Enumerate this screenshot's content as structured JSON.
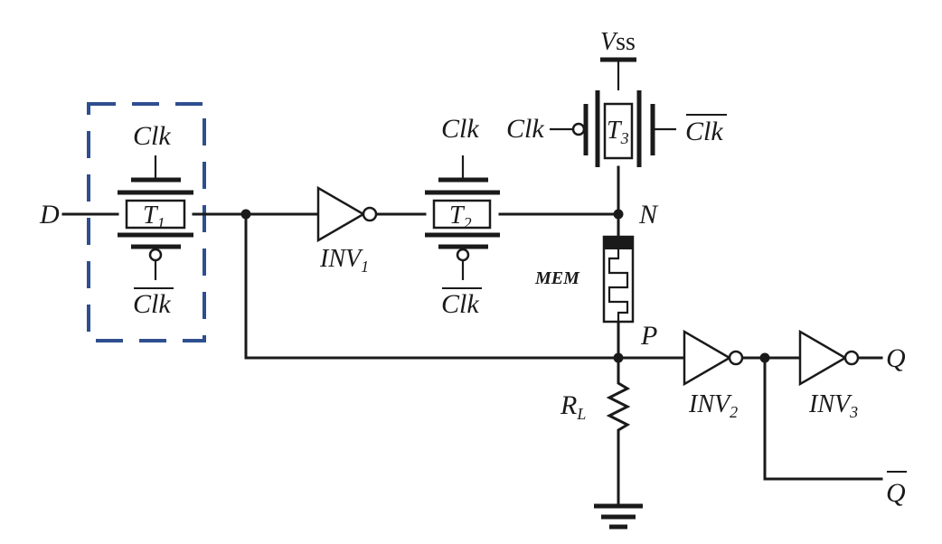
{
  "labels": {
    "input": "D",
    "clk": "Clk",
    "vss_v": "V",
    "vss_ss": "ss",
    "t1": "T",
    "t1_sub": "1",
    "t2": "T",
    "t2_sub": "2",
    "t3": "T",
    "t3_sub": "3",
    "inv1": "INV",
    "inv1_sub": "1",
    "inv2": "INV",
    "inv2_sub": "2",
    "inv3": "INV",
    "inv3_sub": "3",
    "node_n": "N",
    "node_p": "P",
    "mem": "MEM",
    "rl": "R",
    "rl_sub": "L",
    "q": "Q",
    "qbar": "Q"
  },
  "colors": {
    "wire": "#1a1a1a",
    "highlight_box": "#2e4f8f"
  },
  "icons": {
    "ground": "ground-symbol",
    "resistor": "resistor-zigzag",
    "memristor": "memristor-symbol"
  }
}
